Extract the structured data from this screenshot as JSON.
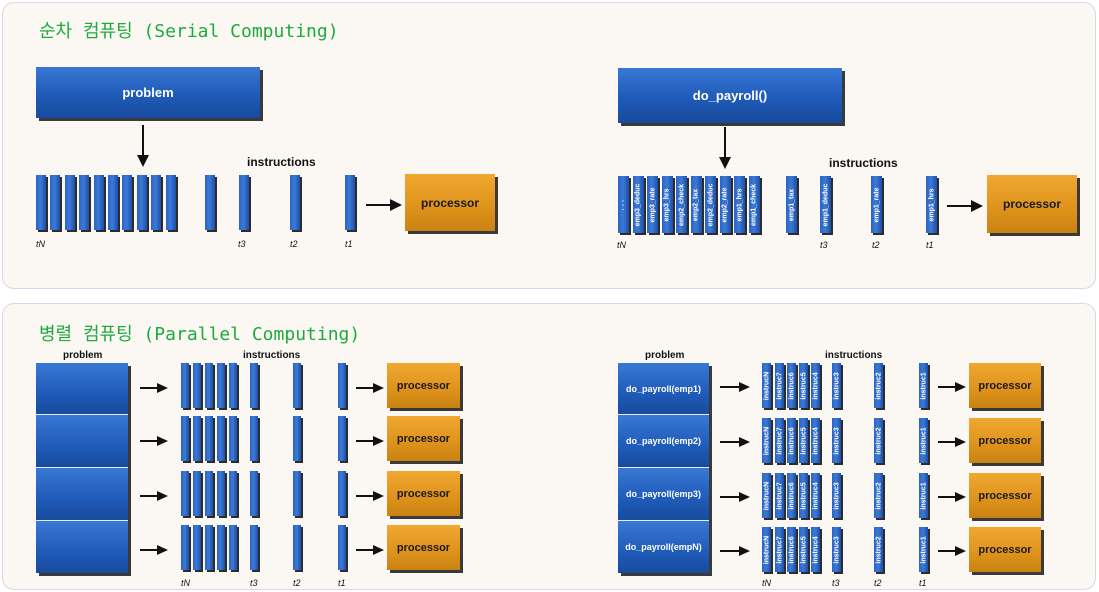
{
  "serial": {
    "title": "순차 컴퓨팅 (Serial Computing)",
    "left": {
      "problem": "problem",
      "instructions": "instructions",
      "processor": "processor",
      "t_labels": [
        "tN",
        "t3",
        "t2",
        "t1"
      ]
    },
    "right": {
      "problem": "do_payroll()",
      "instructions": "instructions",
      "processor": "processor",
      "bar_labels": [
        "· · ·",
        "emp3_deduc",
        "emp3_rate",
        "emp3_hrs",
        "emp2_check",
        "emp2_tax",
        "emp2_deduc",
        "emp2_rate",
        "emp1_hrs",
        "emp1_check",
        "emp1_tax",
        "emp1_deduc",
        "emp1_rate",
        "emp1_hrs"
      ],
      "t_labels": [
        "tN",
        "t3",
        "t2",
        "t1"
      ]
    }
  },
  "parallel": {
    "title": "병렬 컴퓨팅 (Parallel Computing)",
    "left": {
      "problem": "problem",
      "instructions": "instructions",
      "processors": [
        "processor",
        "processor",
        "processor",
        "processor"
      ],
      "t_labels": [
        "tN",
        "t3",
        "t2",
        "t1"
      ]
    },
    "right": {
      "problem": "problem",
      "instructions": "instructions",
      "rows": [
        "do_payroll(emp1)",
        "do_payroll(emp2)",
        "do_payroll(emp3)",
        "do_payroll(empN)"
      ],
      "processors": [
        "processor",
        "processor",
        "processor",
        "processor"
      ],
      "instr_labels": [
        "instrucN",
        "instruc7",
        "instruc6",
        "instruc5",
        "instruc4",
        "instruc3",
        "instruc2",
        "instruc1"
      ],
      "t_labels": [
        "tN",
        "t3",
        "t2",
        "t1"
      ]
    }
  }
}
